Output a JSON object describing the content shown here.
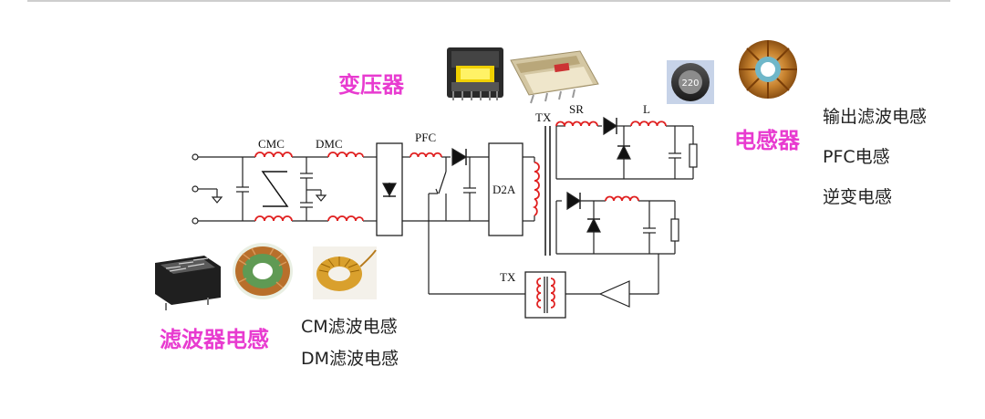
{
  "labels": {
    "transformer": "变压器",
    "inductor": "电感器",
    "filter_inductor": "滤波器电感",
    "cm_filter": "CM滤波电感",
    "dm_filter": "DM滤波电感",
    "output_filter": "输出滤波电感",
    "pfc_inductor": "PFC电感",
    "inverter_inductor": "逆变电感"
  },
  "circuit": {
    "cmc": "CMC",
    "dmc": "DMC",
    "pfc": "PFC",
    "d2a": "D2A",
    "tx_main": "TX",
    "sr": "SR",
    "l": "L",
    "tx_feedback": "TX"
  },
  "colors": {
    "accent_pink": "#e83bd0",
    "coil_red": "#e02020",
    "wire": "#222222"
  },
  "icons": [
    "transformer-photo",
    "inductor-photo",
    "toroid-photo",
    "cm-choke-photo"
  ]
}
